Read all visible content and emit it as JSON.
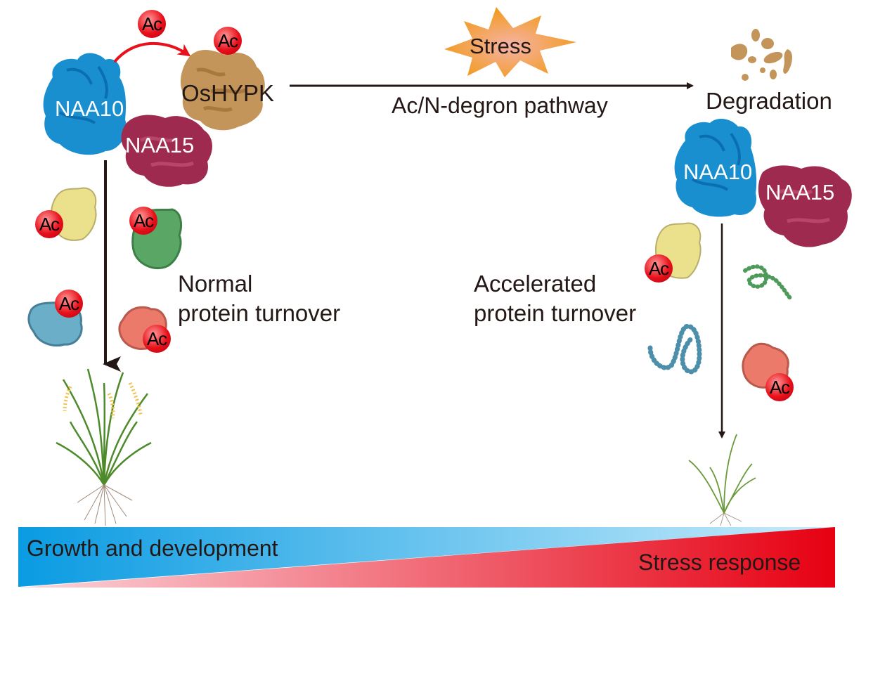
{
  "figure": {
    "left_complex": {
      "naa10": "NAA10",
      "naa15": "NAA15",
      "substrate": "OsHYPK",
      "acetyl_label": "Ac"
    },
    "stress": {
      "label": "Stress"
    },
    "pathway": {
      "label": "Ac/N-degron pathway"
    },
    "degradation": {
      "label": "Degradation"
    },
    "right_complex": {
      "naa10": "NAA10",
      "naa15": "NAA15"
    },
    "left_branch": {
      "line1": "Normal",
      "line2": "protein turnover"
    },
    "right_branch": {
      "line1": "Accelerated",
      "line2": "protein turnover"
    },
    "gradient_bar": {
      "left_label": "Growth and development",
      "right_label": "Stress response"
    },
    "colors": {
      "naa10": "#1a8fcf",
      "naa15": "#9e2a4f",
      "oshypk": "#c4955a",
      "acetyl": "#e8101a",
      "stress_star": "#f29a1a",
      "growth_blue": "#0a9be2",
      "stress_red": "#e60012"
    }
  }
}
